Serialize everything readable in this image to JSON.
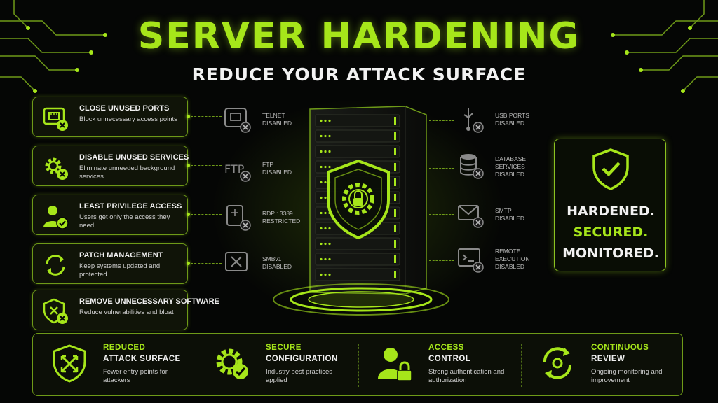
{
  "header": {
    "title": "SERVER HARDENING",
    "subtitle": "REDUCE YOUR ATTACK SURFACE"
  },
  "practices": [
    {
      "title": "CLOSE UNUSED PORTS",
      "desc": "Block unnecessary access points",
      "icon": "network-port-x-icon"
    },
    {
      "title": "DISABLE UNUSED SERVICES",
      "desc": "Eliminate unneeded background services",
      "icon": "gear-x-icon"
    },
    {
      "title": "LEAST PRIVILEGE ACCESS",
      "desc": "Users get only the access they need",
      "icon": "user-check-icon"
    },
    {
      "title": "PATCH MANAGEMENT",
      "desc": "Keep systems updated and protected",
      "icon": "refresh-icon"
    },
    {
      "title": "REMOVE UNNECESSARY SOFTWARE",
      "desc": "Reduce vulnerabilities and bloat",
      "icon": "shield-x-icon"
    }
  ],
  "left_services": [
    {
      "line1": "TELNET",
      "line2": "DISABLED",
      "icon": "telnet-icon"
    },
    {
      "line1": "FTP",
      "line2": "DISABLED",
      "icon": "ftp-icon",
      "icon_text": "FTP"
    },
    {
      "line1": "RDP : 3389",
      "line2": "RESTRICTED",
      "icon": "rdp-icon"
    },
    {
      "line1": "SMBv1",
      "line2": "DISABLED",
      "icon": "smb-icon"
    }
  ],
  "right_services": [
    {
      "line1": "USB PORTS",
      "line2": "DISABLED",
      "icon": "usb-icon"
    },
    {
      "line1": "DATABASE",
      "line2": "SERVICES",
      "line3": "DISABLED",
      "icon": "database-icon"
    },
    {
      "line1": "SMTP",
      "line2": "DISABLED",
      "icon": "mail-icon"
    },
    {
      "line1": "REMOTE",
      "line2": "EXECUTION",
      "line3": "DISABLED",
      "icon": "terminal-icon"
    }
  ],
  "status": {
    "line1": "HARDENED.",
    "line2": "SECURED.",
    "line3": "MONITORED.",
    "icon": "shield-check-icon"
  },
  "benefits": [
    {
      "title1": "REDUCED",
      "title2": "ATTACK SURFACE",
      "desc": "Fewer entry points for attackers",
      "icon": "shield-arrows-icon"
    },
    {
      "title1": "SECURE",
      "title2": "CONFIGURATION",
      "desc": "Industry best practices applied",
      "icon": "gear-check-icon"
    },
    {
      "title1": "ACCESS",
      "title2": "CONTROL",
      "desc": "Strong authentication and authorization",
      "icon": "user-lock-icon"
    },
    {
      "title1": "CONTINUOUS",
      "title2": "REVIEW",
      "desc": "Ongoing monitoring and improvement",
      "icon": "cycle-icon"
    }
  ],
  "colors": {
    "accent": "#a6e61a",
    "background": "#050605",
    "border": "#6e9a18"
  }
}
